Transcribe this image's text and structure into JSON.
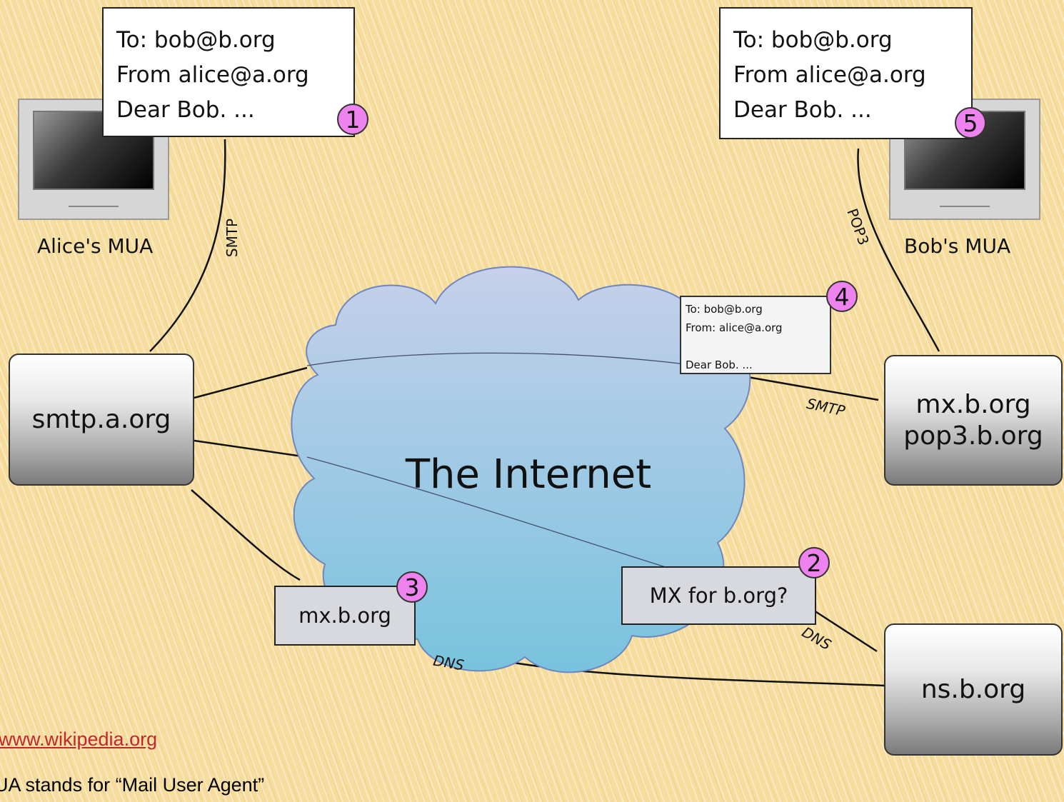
{
  "diagram": {
    "alice_message": {
      "to": "To: bob@b.org",
      "from": "From alice@a.org",
      "body": "Dear Bob. ..."
    },
    "bob_message": {
      "to": "To: bob@b.org",
      "from": "From alice@a.org",
      "body": "Dear Bob. ..."
    },
    "transit_message": {
      "to": "To: bob@b.org",
      "from": "From: alice@a.org",
      "body": "Dear Bob. ..."
    },
    "alice_mua_label": "Alice's MUA",
    "bob_mua_label": "Bob's MUA",
    "smtp_server": "smtp.a.org",
    "mx_server_line1": "mx.b.org",
    "mx_server_line2": "pop3.b.org",
    "ns_server": "ns.b.org",
    "internet_label": "The Internet",
    "dns_query": "MX for b.org?",
    "dns_answer": "mx.b.org",
    "protocol_labels": {
      "smtp_alice": "SMTP",
      "pop3": "POP3",
      "smtp_transfer": "SMTP",
      "dns_query": "DNS",
      "dns_answer": "DNS"
    },
    "step_badges": {
      "step1": "1",
      "step2": "2",
      "step3": "3",
      "step4": "4",
      "step5": "5"
    },
    "colors": {
      "badge": "#ee82ee",
      "cloud_top": "#c3cfe8",
      "cloud_bottom": "#7ec4de",
      "background": "#f6dd9e",
      "link": "#c0282c"
    }
  },
  "footer": {
    "source_link": "www.wikipedia.org",
    "note": "UA stands for “Mail User Agent”"
  }
}
